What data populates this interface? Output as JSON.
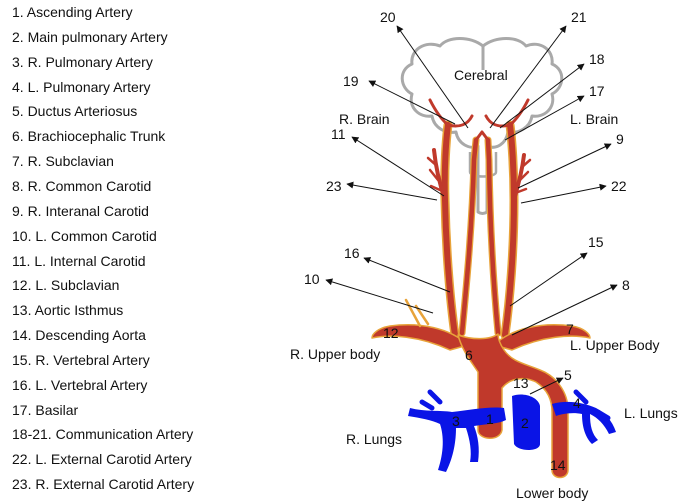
{
  "legend": {
    "items": [
      "1.   Ascending Artery",
      "2.   Main pulmonary Artery",
      "3.   R. Pulmonary Artery",
      "4.   L. Pulmonary Artery",
      "5.   Ductus Arteriosus",
      "6.   Brachiocephalic Trunk",
      "7.   R. Subclavian",
      "8.   R. Common Carotid",
      "9.   R. Interanal Carotid",
      "10. L. Common Carotid",
      "11. L. Internal Carotid",
      "12. L. Subclavian",
      "13. Aortic Isthmus",
      "14. Descending Aorta",
      "15. R. Vertebral Artery",
      "16. L. Vertebral Artery",
      "17. Basilar",
      "18-21. Communication Artery",
      "22. L. External Carotid Artery",
      "23. R. External Carotid Artery"
    ]
  },
  "diagram": {
    "region_labels": {
      "cerebral": "Cerebral",
      "r_brain": "R. Brain",
      "l_brain": "L. Brain",
      "r_upper_body": "R. Upper body",
      "l_upper_body": "L. Upper Body",
      "r_lungs": "R. Lungs",
      "l_lungs": "L. Lungs",
      "lower_body": "Lower body"
    },
    "numbers": {
      "n1": "1",
      "n2": "2",
      "n3": "3",
      "n4": "4",
      "n5": "5",
      "n6": "6",
      "n7": "7",
      "n8": "8",
      "n9": "9",
      "n10": "10",
      "n11": "11",
      "n12": "12",
      "n13": "13",
      "n14": "14",
      "n15": "15",
      "n16": "16",
      "n17": "17",
      "n18": "18",
      "n19": "19",
      "n20": "20",
      "n21": "21",
      "n22": "22",
      "n23": "23"
    },
    "colors": {
      "artery": "#c0392b",
      "artery_outline": "#e8a33a",
      "pulmonary": "#0a14e6",
      "brain_outline": "#a9a9a9"
    }
  }
}
